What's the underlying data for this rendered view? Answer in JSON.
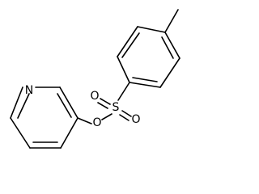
{
  "molecule": {
    "atoms": {
      "nitrogen": "N",
      "sulfur": "S",
      "oxygen_double_1": "O",
      "oxygen_double_2": "O",
      "oxygen_ester": "O"
    }
  },
  "colors": {
    "bond": "#000000",
    "background": "#ffffff"
  }
}
